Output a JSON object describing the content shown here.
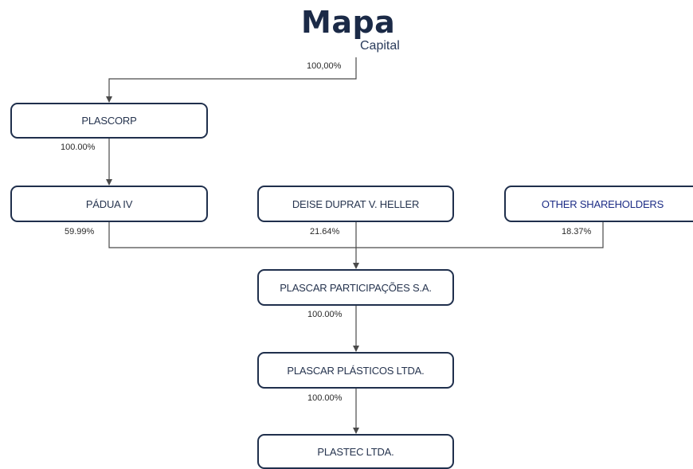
{
  "logo": {
    "main": "Mapa",
    "sub": "Capital"
  },
  "entities": {
    "plascorp": "PLASCORP",
    "padua": "PÁDUA IV",
    "deise": "DEISE DUPRAT V. HELLER",
    "other": "OTHER SHAREHOLDERS",
    "plascar_part": "PLASCAR PARTICIPAÇÕES S.A.",
    "plascar_plast": "PLASCAR PLÁSTICOS LTDA.",
    "plastec": "PLASTEC LTDA."
  },
  "ownership": {
    "mapa_to_plascorp": "100,00%",
    "plascorp_to_padua": "100.00%",
    "padua_to_plascar": "59.99%",
    "deise_to_plascar": "21.64%",
    "other_to_plascar": "18.37%",
    "plascar_to_plasticos": "100.00%",
    "plasticos_to_plastec": "100.00%"
  },
  "colors": {
    "box_border": "#1f2f4c",
    "text": "#26344f",
    "accent_text": "#1d2d86",
    "connector": "#4a4a4a"
  }
}
